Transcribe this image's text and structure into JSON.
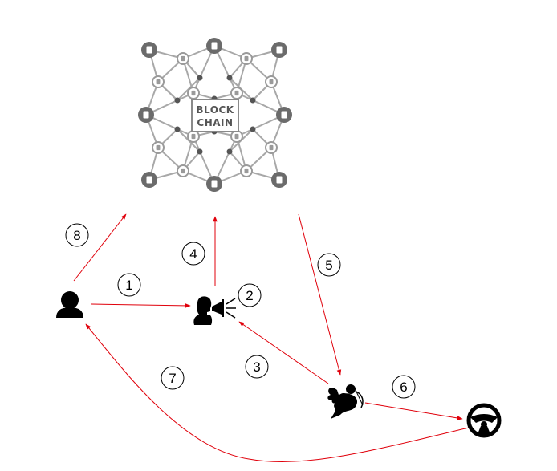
{
  "blockchain": {
    "label_line1": "BLOCK",
    "label_line2": "CHAIN"
  },
  "steps": [
    "1",
    "2",
    "3",
    "4",
    "5",
    "6",
    "7",
    "8"
  ],
  "actors": {
    "user": {
      "icon": "user-icon"
    },
    "announcer": {
      "icon": "megaphone-speaker-icon"
    },
    "cupid": {
      "icon": "cupid-icon"
    },
    "vehicle": {
      "icon": "steering-wheel-icon"
    },
    "network": {
      "icon": "blockchain-network-icon"
    }
  },
  "colors": {
    "arrow": "#e0000b",
    "icon": "#000000",
    "network": "#9a9a9a",
    "node": "#6b6b6b"
  }
}
